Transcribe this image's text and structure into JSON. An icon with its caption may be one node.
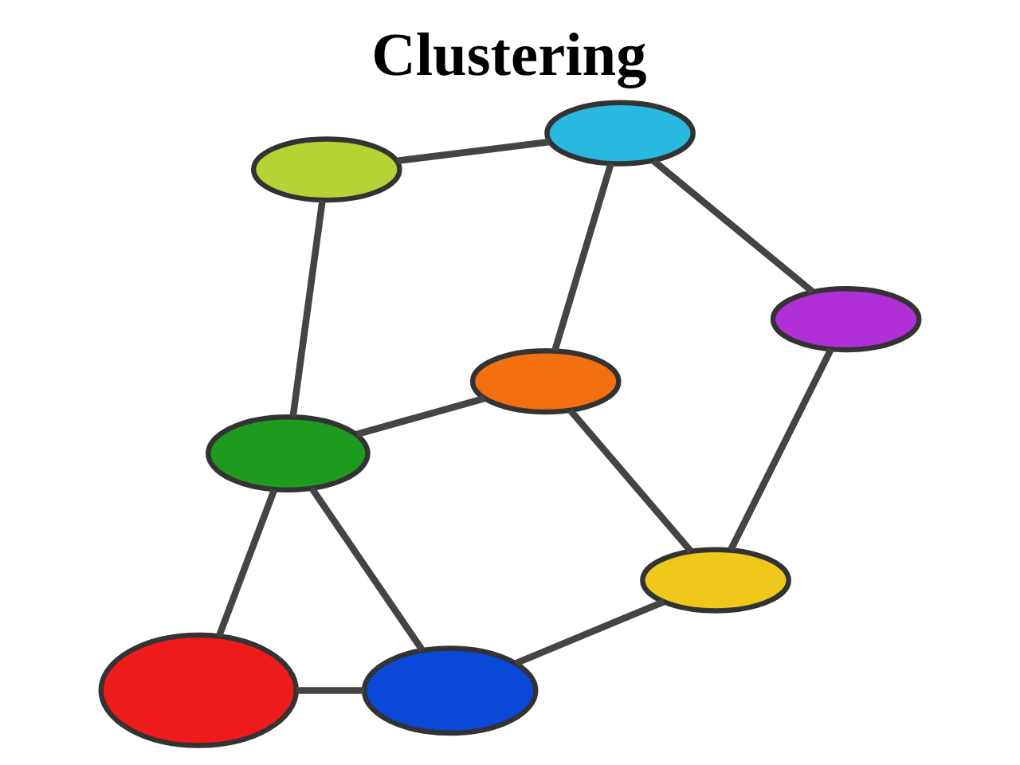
{
  "diagram": {
    "title": "Clustering",
    "nodes": [
      {
        "text": [],
        "shape": "circle"
      },
      {
        "text": [],
        "shape": "circle"
      },
      {
        "text": [],
        "shape": "circle"
      },
      {
        "text": [],
        "shape": "circle"
      },
      {
        "text": [],
        "shape": "circle"
      },
      {
        "text": [],
        "shape": "circle"
      },
      {
        "text": [],
        "shape": "circle"
      },
      {
        "text": [],
        "shape": "circle"
      }
    ],
    "edges": [
      {
        "from": 0,
        "to": 1,
        "arrow": "none"
      },
      {
        "from": 1,
        "to": 2,
        "arrow": "none"
      },
      {
        "from": 1,
        "to": 3,
        "arrow": "none"
      },
      {
        "from": 0,
        "to": 5,
        "arrow": "none"
      },
      {
        "from": 5,
        "to": 3,
        "arrow": "none"
      },
      {
        "from": 2,
        "to": 4,
        "arrow": "none"
      },
      {
        "from": 3,
        "to": 4,
        "arrow": "none"
      },
      {
        "from": 4,
        "to": 6,
        "arrow": "none"
      },
      {
        "from": 5,
        "to": 6,
        "arrow": "none"
      },
      {
        "from": 5,
        "to": 7,
        "arrow": "none"
      },
      {
        "from": 7,
        "to": 6,
        "arrow": "none"
      }
    ]
  }
}
